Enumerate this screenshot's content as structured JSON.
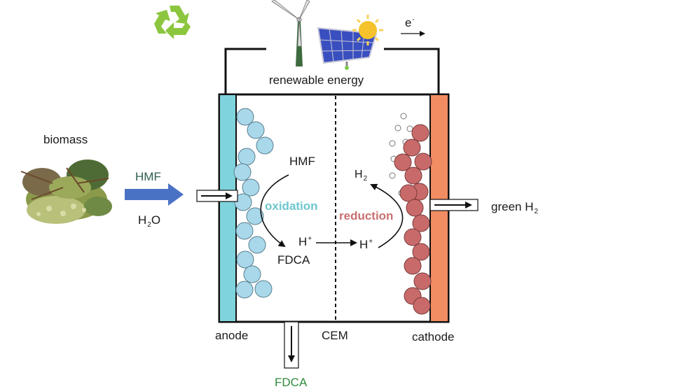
{
  "labels": {
    "energy": "renewable energy",
    "electron": "e",
    "electron_sup": "-",
    "biomass": "biomass",
    "hmf_input": "HMF",
    "water": "H",
    "water_sub": "2",
    "water_end": "O",
    "hmf_inside": "HMF",
    "oxidation": "oxidation",
    "reduction": "reduction",
    "h2_inside": "H",
    "h2_inside_sub": "2",
    "hplus_left": "H",
    "hplus_left_sup": "+",
    "hplus_right": "H",
    "hplus_right_sup": "+",
    "fdca_inside": "FDCA",
    "anode": "anode",
    "cem": "CEM",
    "cathode": "cathode",
    "green_h2": "green H",
    "green_h2_sub": "2",
    "fdca_output": "FDCA"
  },
  "colors": {
    "anode": "#7fd3dc",
    "anode_particle": "#a8d8ea",
    "cathode": "#f28c63",
    "cathode_particle": "#c96a6a",
    "oxidation_text": "#6ec6cf",
    "reduction_text": "#c97070",
    "input_arrow": "#4a72c4",
    "hmf_text": "#2f5f4f",
    "fdca_text": "#2e8b3a",
    "recycle": "#8cc63f",
    "sun": "#f5c22b",
    "solar_panel": "#3a4fbf"
  },
  "icons": [
    "recycle-icon",
    "wind-turbine-icon",
    "solar-panel-icon",
    "sun-icon",
    "biomass-pile-icon"
  ]
}
